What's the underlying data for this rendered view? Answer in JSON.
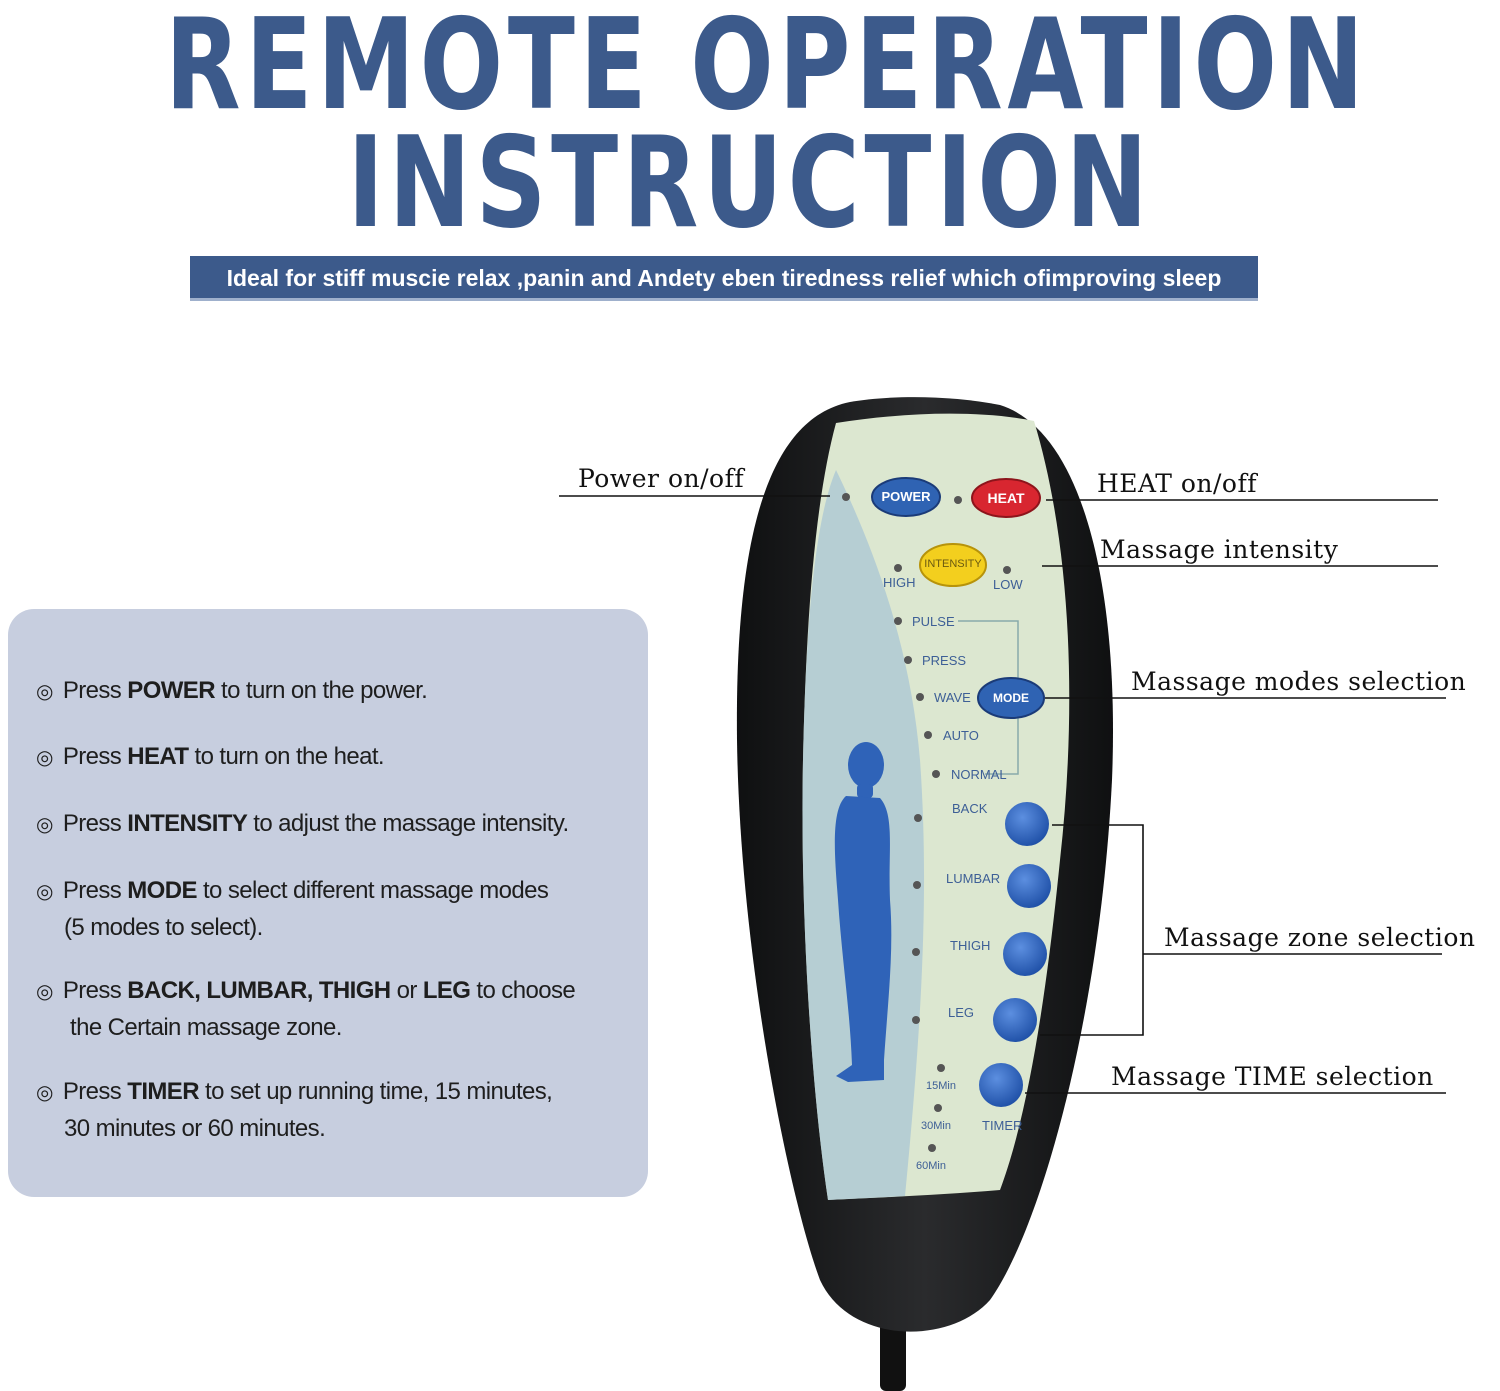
{
  "header": {
    "title_line1": "REMOTE OPERATION",
    "title_line2": "INSTRUCTION",
    "subtitle": "Ideal for stiff muscie relax ,panin and Andety eben tiredness relief which ofimproving sleep"
  },
  "instructions": [
    {
      "pre": "Press ",
      "key": "POWER",
      "post": " to turn on the power.",
      "cont": ""
    },
    {
      "pre": "Press ",
      "key": "HEAT",
      "post": " to turn on the heat.",
      "cont": ""
    },
    {
      "pre": "Press ",
      "key": "INTENSITY",
      "post": " to adjust the massage intensity.",
      "cont": ""
    },
    {
      "pre": "Press ",
      "key": "MODE",
      "post": " to select different massage modes",
      "cont": "(5 modes to select)."
    },
    {
      "pre": "Press ",
      "key": "BACK, LUMBAR, THIGH",
      "mid": " or ",
      "key2": "LEG",
      "post": " to choose",
      "cont": "the  Certain massage zone."
    },
    {
      "pre": "Press ",
      "key": "TIMER",
      "post": " to set up running time, 15 minutes,",
      "cont": "30 minutes or 60 minutes."
    }
  ],
  "bullet_symbol": "◎",
  "remote": {
    "power": "POWER",
    "heat": "HEAT",
    "intensity": "INTENSITY",
    "high": "HIGH",
    "low": "LOW",
    "modes": [
      "PULSE",
      "PRESS",
      "WAVE",
      "AUTO",
      "NORMAL"
    ],
    "mode_button": "MODE",
    "zones": [
      "BACK",
      "LUMBAR",
      "THIGH",
      "LEG"
    ],
    "times": [
      "15Min",
      "30Min",
      "60Min"
    ],
    "timer": "TIMER"
  },
  "callouts": {
    "power": "Power on/off",
    "heat": "HEAT on/off",
    "intensity": "Massage intensity",
    "modes": "Massage modes selection",
    "zones": "Massage zone selection",
    "time": "Massage TIME selection"
  },
  "colors": {
    "title": "#3c5a8b",
    "panel": "#c7cedf",
    "remote_body": "#1f2021",
    "remote_face": "#dbe6cf",
    "power_button": "#2f63b3",
    "heat_button": "#d82630",
    "intensity_button": "#f3cf1e",
    "zone_button": "#2a5fb8"
  }
}
